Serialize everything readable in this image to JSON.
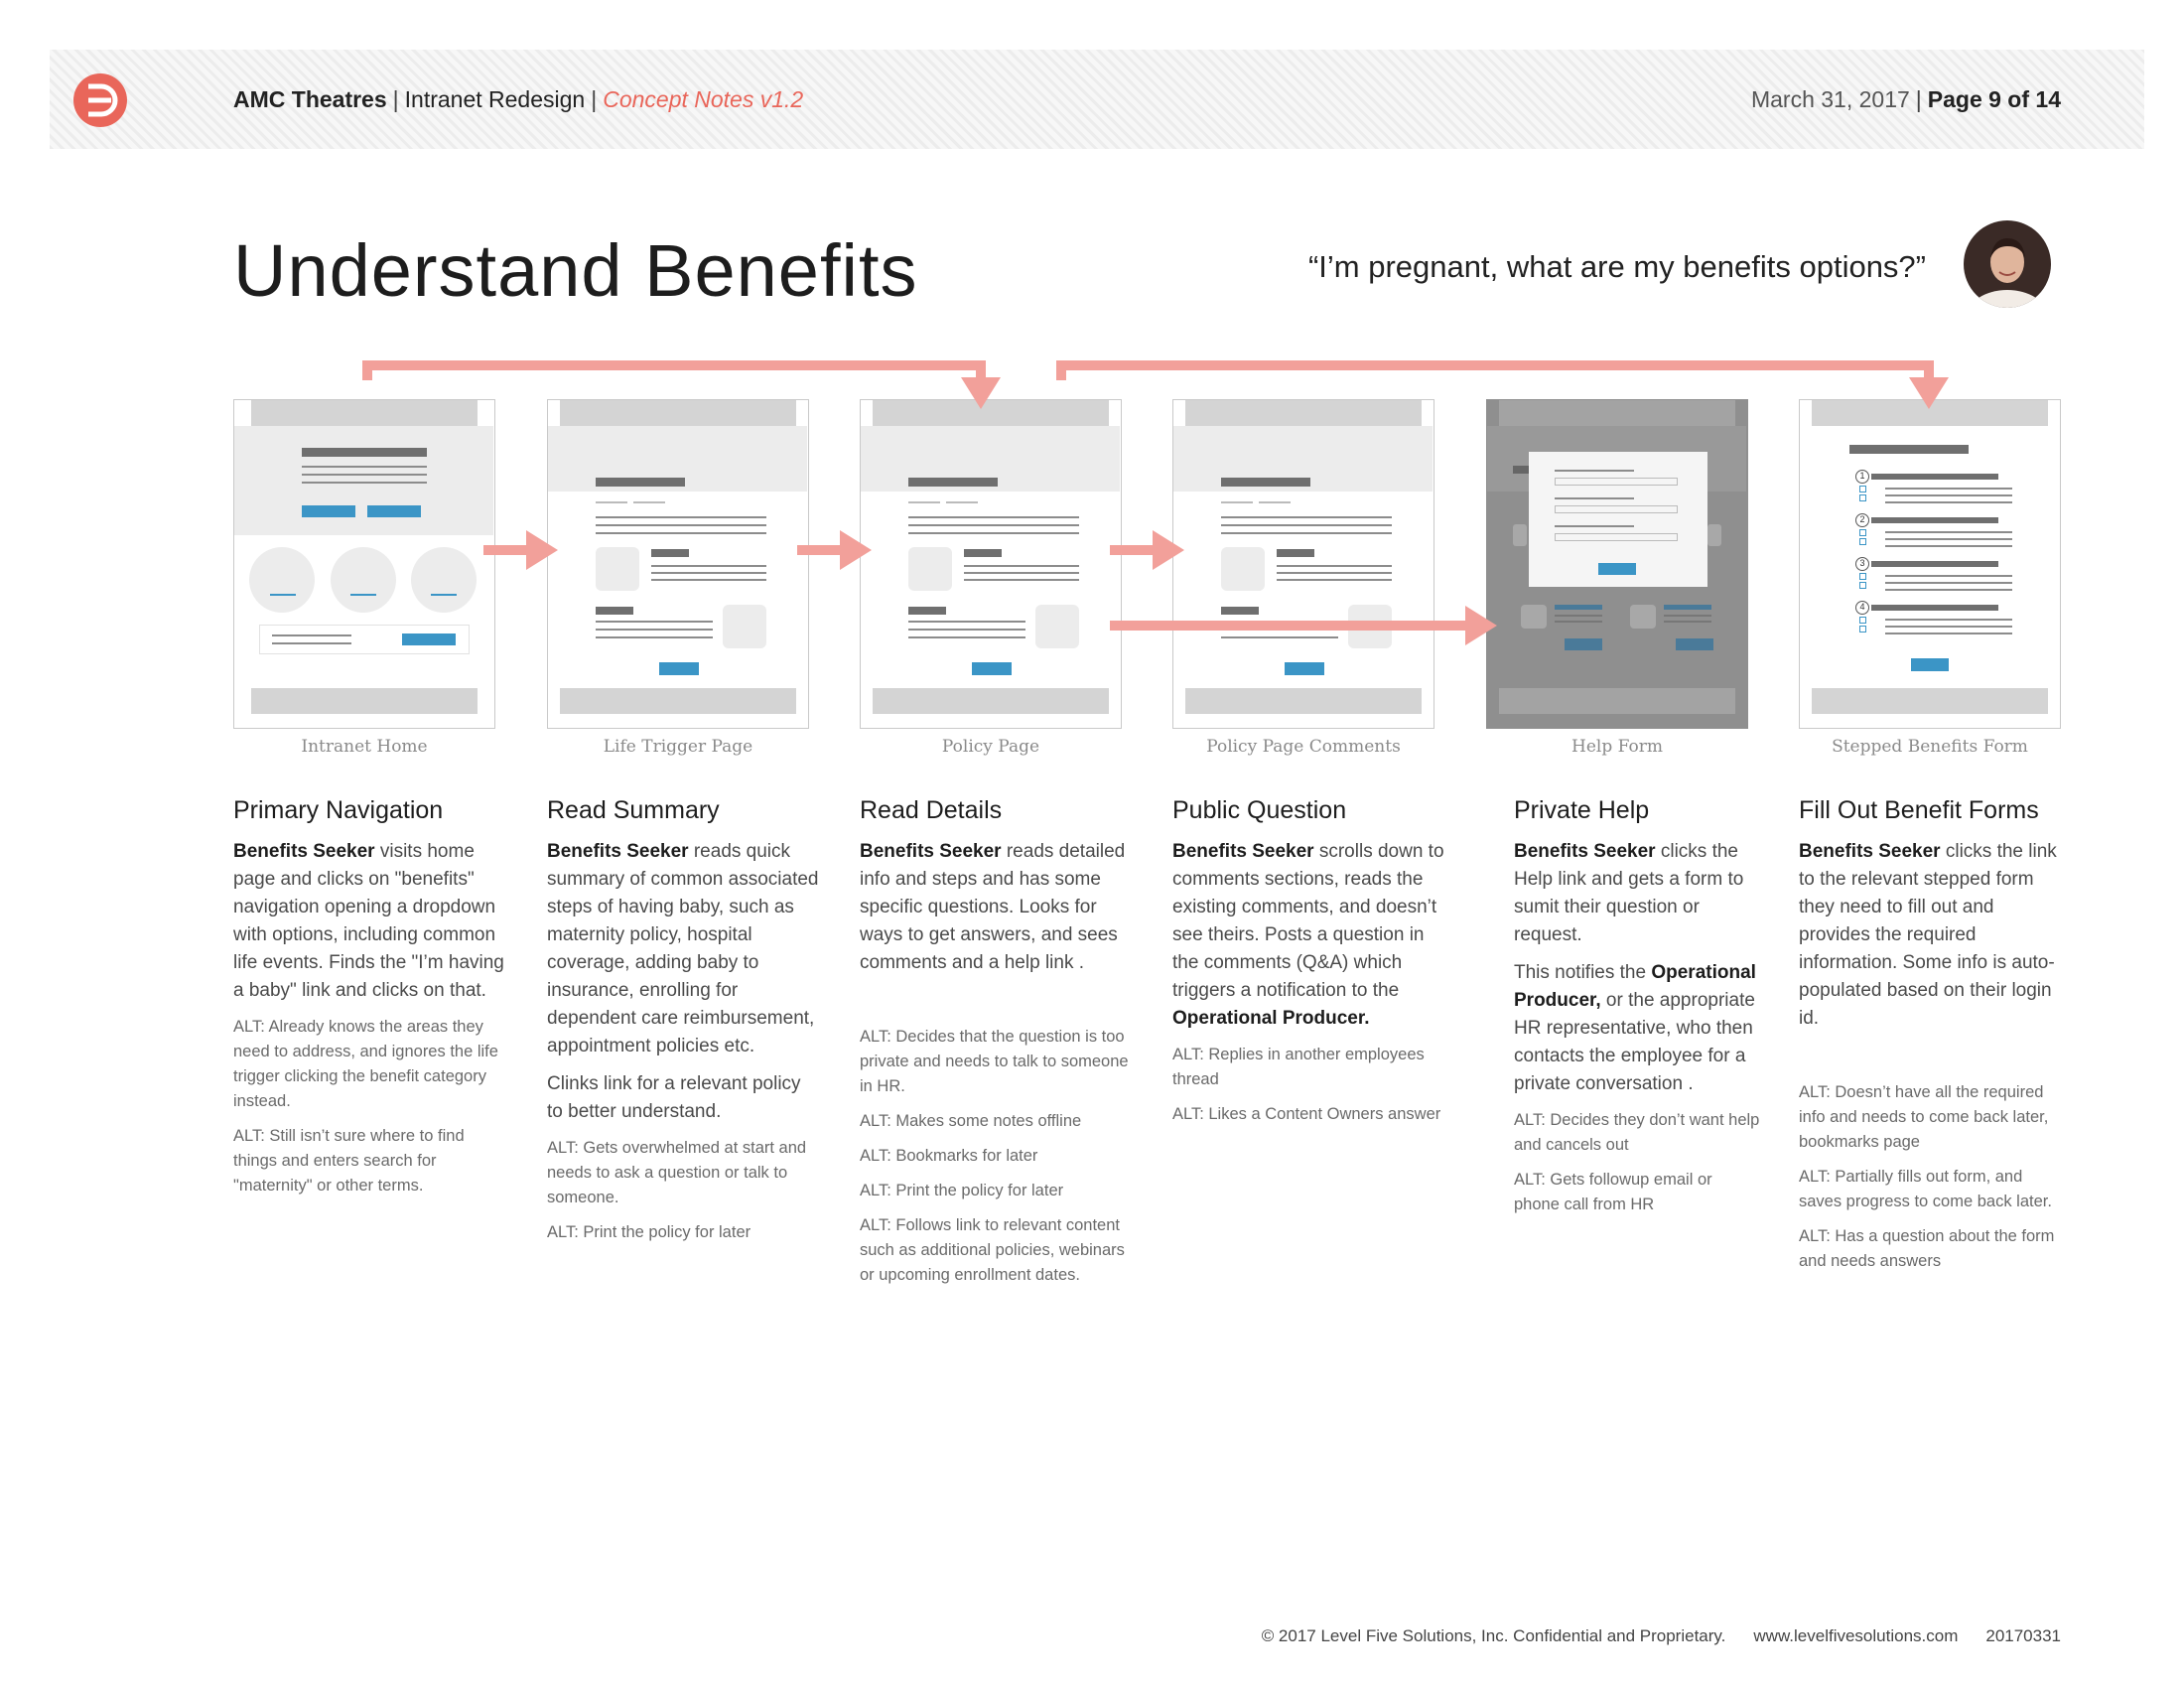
{
  "header": {
    "client": "AMC Theatres",
    "project": "Intranet Redesign",
    "version": "Concept Notes v1.2",
    "date": "March 31, 2017",
    "page": "Page 9 of 14"
  },
  "title": "Understand Benefits",
  "quote": "“I’m pregnant, what are my benefits options?”",
  "frames": [
    {
      "caption": "Intranet Home"
    },
    {
      "caption": "Life Trigger Page"
    },
    {
      "caption": "Policy Page"
    },
    {
      "caption": "Policy Page Comments"
    },
    {
      "caption": "Help Form"
    },
    {
      "caption": "Stepped Benefits Form"
    }
  ],
  "stepped_form_numbers": [
    "1",
    "2",
    "3",
    "4"
  ],
  "steps": [
    {
      "heading": "Primary Navigation",
      "actor": "Benefits Seeker",
      "body": " visits home page and clicks on \"benefits\" navigation opening a dropdown with options, including common life events. Finds the \"I’m having a baby\" link and clicks on that.",
      "alts": [
        "ALT: Already knows the areas they need to address, and ignores the life trigger clicking the benefit category instead.",
        "ALT: Still isn’t sure where to find things and enters search for \"maternity\" or other terms."
      ]
    },
    {
      "heading": "Read Summary",
      "actor": "Benefits Seeker",
      "body": " reads quick summary of common associated steps of having baby, such as maternity policy, hospital coverage, adding baby to insurance, enrolling for dependent care reimbursement, appointment policies etc.",
      "extra": "Clinks link for a relevant policy to better understand.",
      "alts": [
        "ALT: Gets overwhelmed at start and needs to ask a question or talk to someone.",
        "ALT: Print the policy for later"
      ]
    },
    {
      "heading": "Read Details",
      "actor": "Benefits Seeker",
      "body": " reads detailed info and steps and has some specific questions. Looks for ways to get answers, and sees comments and a help link .",
      "alts": [
        "ALT: Decides that the question is too private and needs to talk to someone in HR.",
        "ALT: Makes some notes offline",
        "ALT: Bookmarks for later",
        "ALT: Print the policy for later",
        "ALT: Follows link to relevant content such as additional policies, webinars or upcoming enrollment dates."
      ]
    },
    {
      "heading": "Public Question",
      "actor": "Benefits Seeker",
      "body": " scrolls down to comments sections, reads the existing comments, and doesn’t see theirs. Posts a question in the comments (Q&A) which triggers a notification to the ",
      "strong_end": "Operational Producer.",
      "alts": [
        "ALT: Replies in another employees thread",
        "ALT: Likes a Content Owners answer"
      ]
    },
    {
      "heading": "Private Help",
      "actor": "Benefits Seeker",
      "body": " clicks the Help link and gets a form to sumit their question or request.",
      "extra_pre": "This notifies the ",
      "extra_strong": "Operational Producer,",
      "extra_post": " or the appropriate HR representative, who then contacts the employee for a private conversation .",
      "alts": [
        "ALT:  Decides they don’t want help and cancels out",
        "ALT:  Gets followup email or phone call from HR"
      ]
    },
    {
      "heading": "Fill Out Benefit Forms",
      "actor": "Benefits Seeker",
      "body": " clicks the link to the relevant stepped form they need to fill out and provides the required information. Some info is auto-populated based on their login id.",
      "alts": [
        "ALT: Doesn’t have all the required info and needs to come back later, bookmarks page",
        "ALT: Partially fills out form, and saves progress to come back later.",
        "ALT: Has a question about the form and needs answers"
      ]
    }
  ],
  "footer": {
    "copyright": "© 2017 Level Five Solutions, Inc. Confidential and Proprietary.",
    "website": "www.levelfivesolutions.com",
    "doc_id": "20170331"
  },
  "colors": {
    "accent": "#e9665a",
    "flow_arrow": "#f2a09a",
    "wire_blue": "#3b95c6",
    "header_band": "#efefef"
  }
}
